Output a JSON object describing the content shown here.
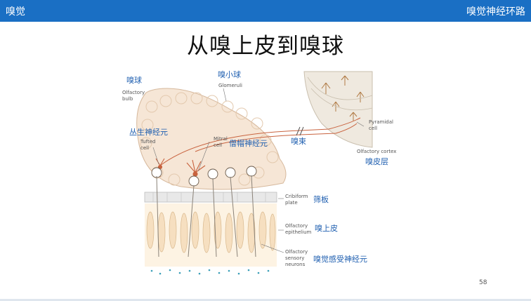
{
  "header": {
    "left_label": "嗅觉",
    "right_label": "嗅觉神经环路"
  },
  "title": "从嗅上皮到嗅球",
  "page_number": "58",
  "labels": {
    "olfactory_bulb_zh": "嗅球",
    "olfactory_bulb_en1": "Olfactory",
    "olfactory_bulb_en2": "bulb",
    "glomeruli_zh": "嗅小球",
    "glomeruli_en": "Glomeruli",
    "tufted_zh": "丛生神经元",
    "tufted_en1": "Tufted",
    "tufted_en2": "cell",
    "mitral_en1": "Mitral",
    "mitral_en2": "cell",
    "mitral_zh": "僧帽神经元",
    "tract_zh": "嗅束",
    "pyramidal_en1": "Pyramidal",
    "pyramidal_en2": "cell",
    "cortex_en": "Olfactory cortex",
    "cortex_zh": "嗅皮层",
    "cribriform_en1": "Cribiform",
    "cribriform_en2": "plate",
    "cribriform_zh": "筛板",
    "epithelium_en1": "Olfactory",
    "epithelium_en2": "epithelium",
    "epithelium_zh": "嗅上皮",
    "sensory_en1": "Olfactory",
    "sensory_en2": "sensory",
    "sensory_en3": "neurons",
    "sensory_zh": "嗅觉感受神经元"
  },
  "colors": {
    "header_bg": "#1a6fc4",
    "bulb_fill": "#f6e6d6",
    "cortex_fill": "#efe9df",
    "label_zh": "#1f5fb0",
    "neuron": "#c8623e"
  }
}
